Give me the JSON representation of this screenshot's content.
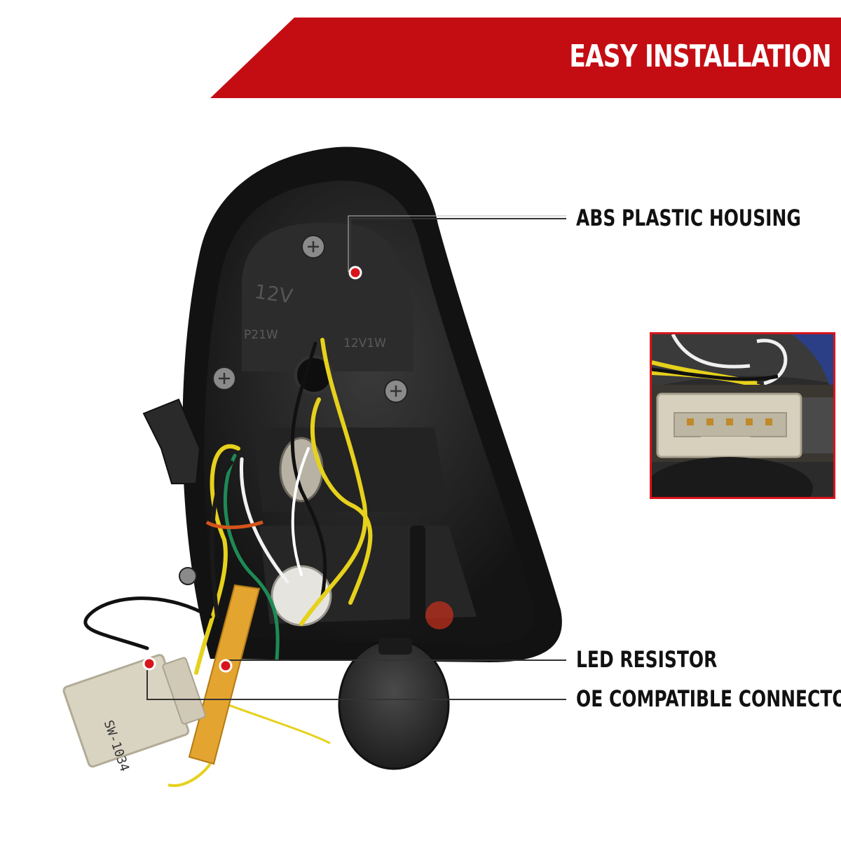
{
  "banner": {
    "title": "EASY INSTALLATION",
    "color": "#c40d13"
  },
  "callouts": [
    {
      "label": "ABS PLASTIC HOUSING"
    },
    {
      "label": "LED RESISTOR"
    },
    {
      "label": "OE COMPATIBLE CONNECTOR"
    }
  ],
  "housing_text": {
    "voltage": "12V",
    "bulb_left": "P21W",
    "bulb_right": "12V1W"
  },
  "connector_label": "SW-1034",
  "accent_color": "#d8141c"
}
